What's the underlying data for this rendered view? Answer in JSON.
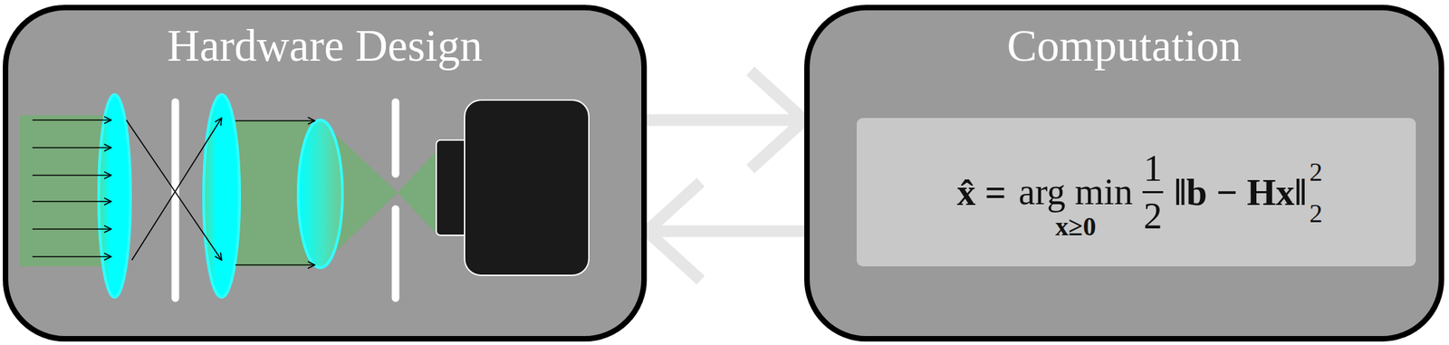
{
  "diagram": {
    "nodes": [
      {
        "text": [
          "Hardware Design"
        ]
      },
      {
        "text": [
          "Computation"
        ]
      },
      {
        "text": [
          "x̂ =",
          "arg min",
          "x≥0",
          "1",
          "2",
          "‖b − Hx‖",
          "2",
          "2"
        ],
        "in": 1
      }
    ],
    "edges": [
      {
        "from": 0,
        "to": 1,
        "arrow": "to"
      },
      {
        "from": 1,
        "to": 0,
        "arrow": "to"
      }
    ]
  }
}
